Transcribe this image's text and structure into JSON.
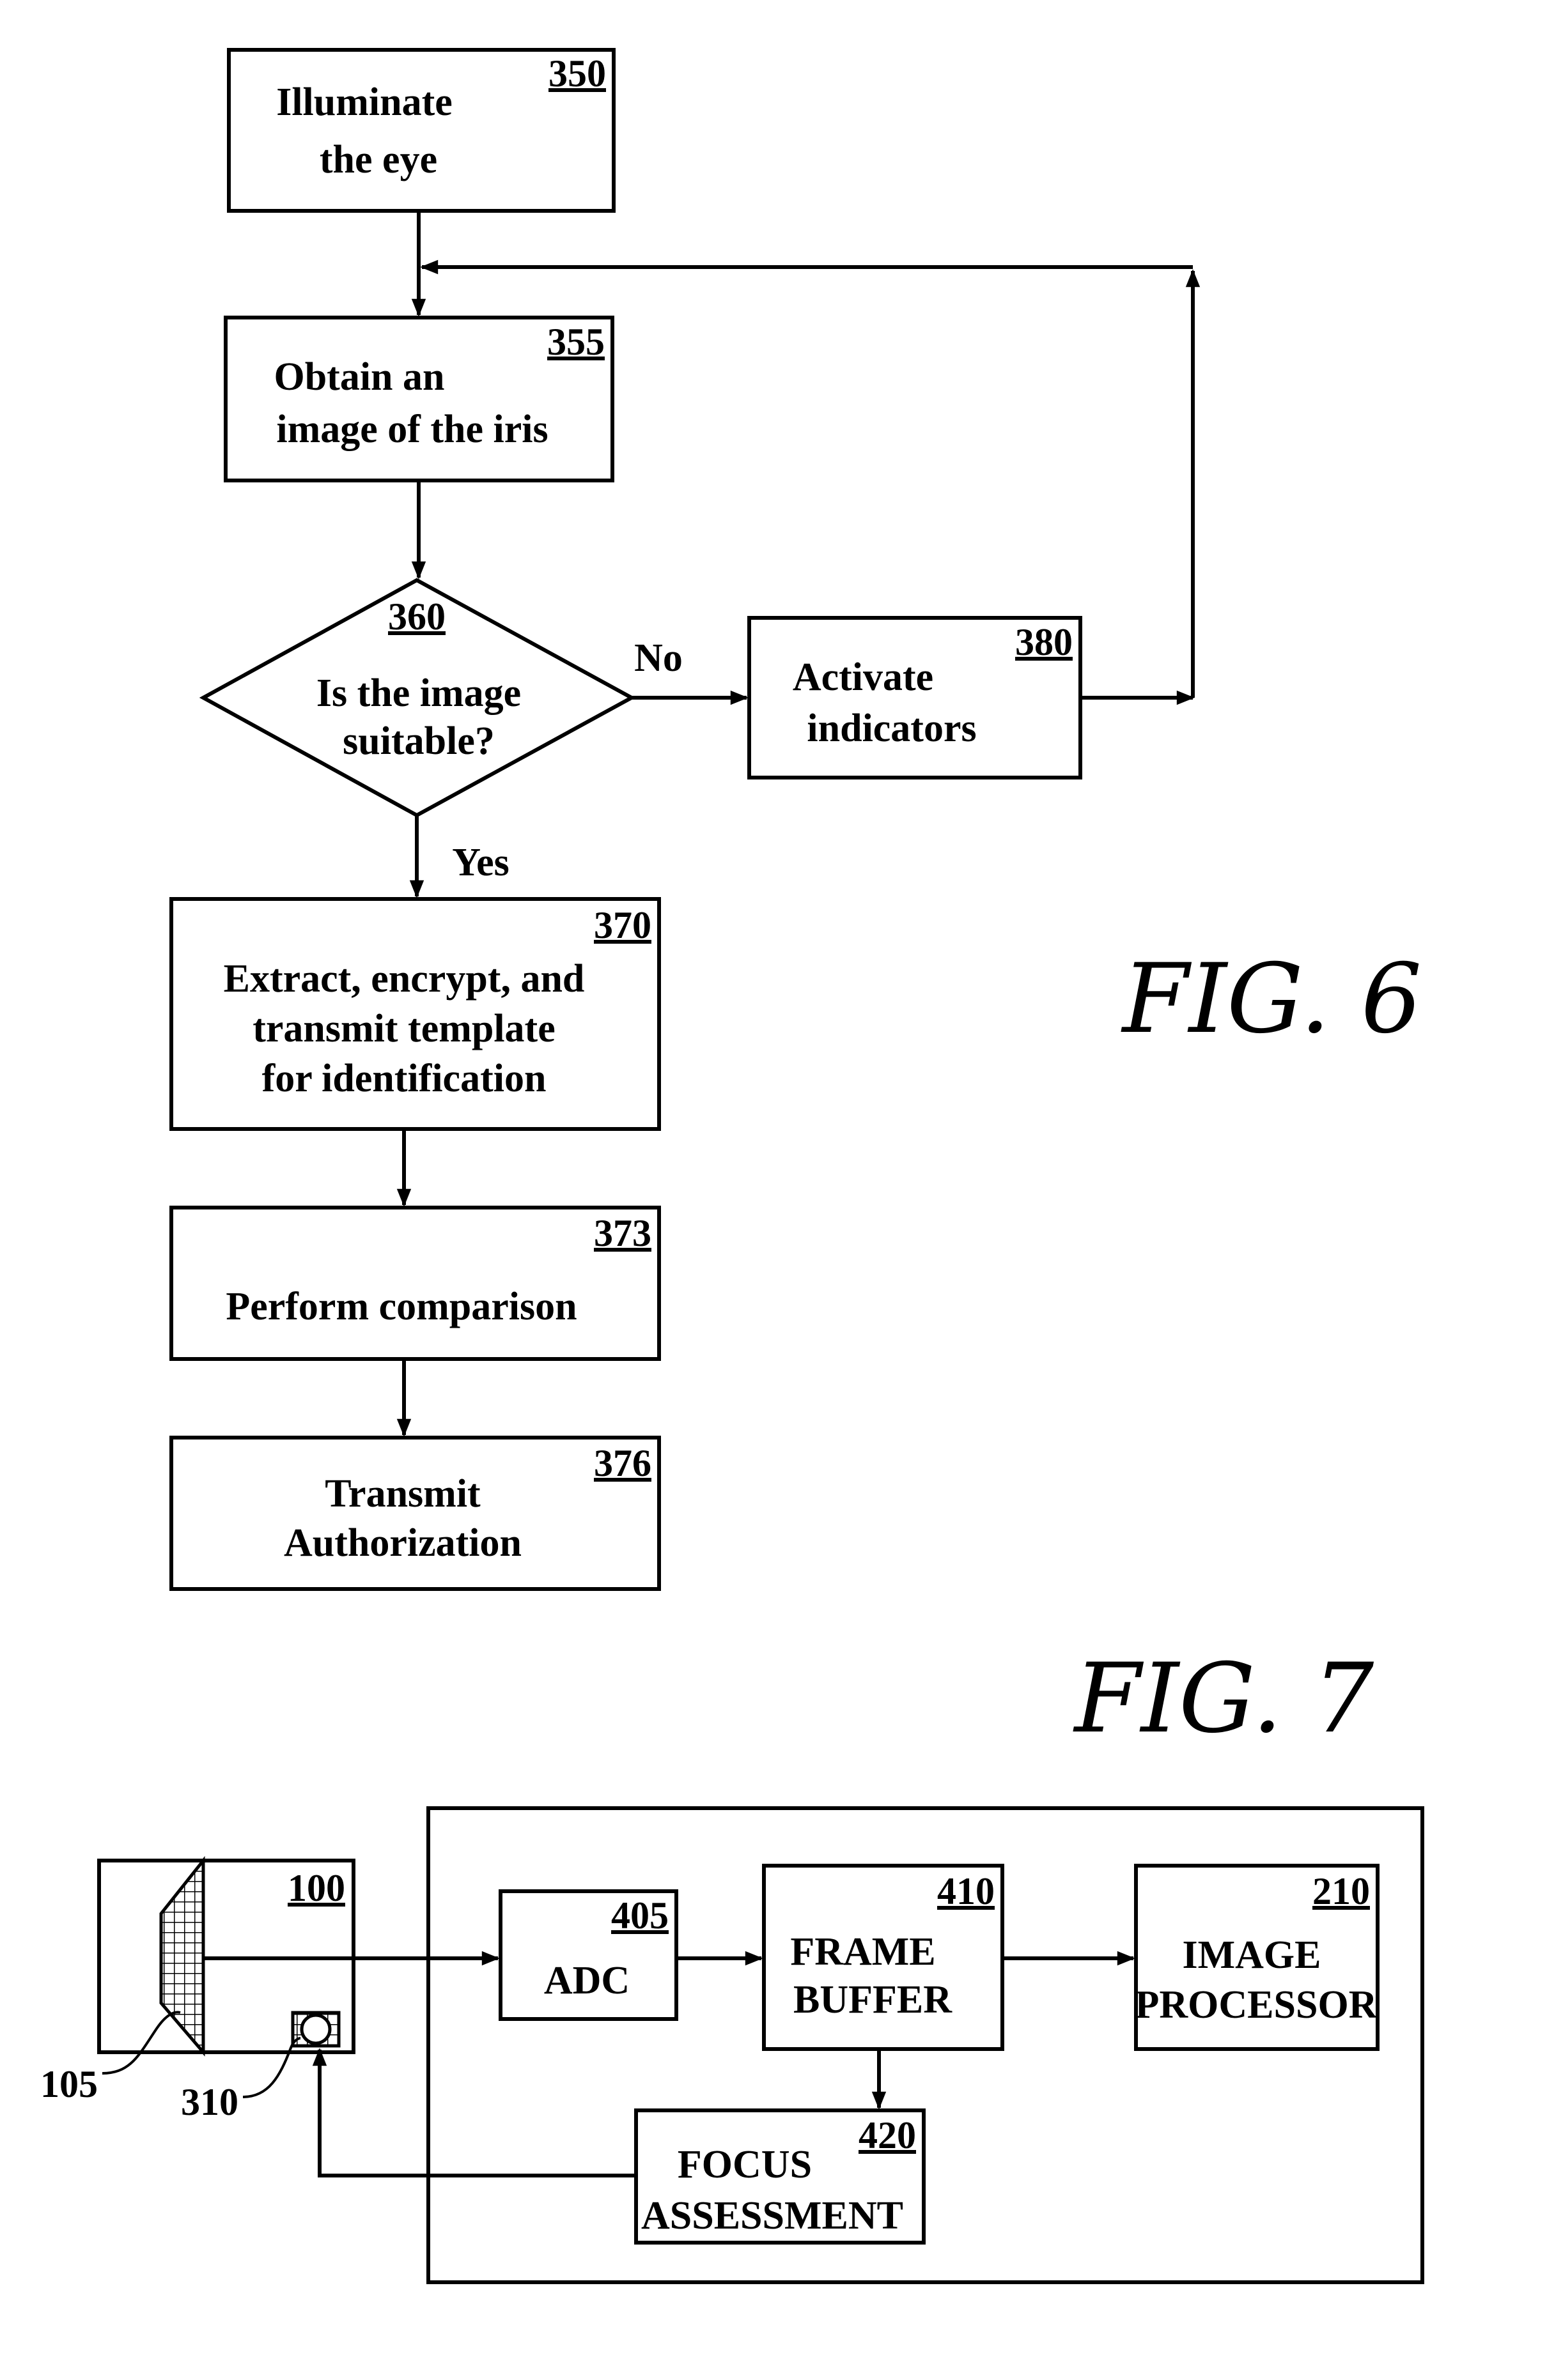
{
  "fig6": {
    "caption": "FIG. 6",
    "steps": {
      "s350": {
        "ref": "350",
        "line1": "Illuminate",
        "line2": "the eye"
      },
      "s355": {
        "ref": "355",
        "line1": "Obtain an",
        "line2": "image of the iris"
      },
      "s360": {
        "ref": "360",
        "line1": "Is the image",
        "line2": "suitable?"
      },
      "s380": {
        "ref": "380",
        "line1": "Activate",
        "line2": "indicators"
      },
      "s370": {
        "ref": "370",
        "line1": "Extract, encrypt, and",
        "line2": "transmit template",
        "line3": "for identification"
      },
      "s373": {
        "ref": "373",
        "line1": "Perform comparison"
      },
      "s376": {
        "ref": "376",
        "line1": "Transmit",
        "line2": "Authorization"
      }
    },
    "edges": {
      "no": "No",
      "yes": "Yes"
    }
  },
  "fig7": {
    "caption": "FIG. 7",
    "blocks": {
      "camera": {
        "ref": "100"
      },
      "adc": {
        "ref": "405",
        "line1": "ADC"
      },
      "frame_buffer": {
        "ref": "410",
        "line1": "FRAME",
        "line2": "BUFFER"
      },
      "image_processor": {
        "ref": "210",
        "line1": "IMAGE",
        "line2": "PROCESSOR"
      },
      "focus_assessment": {
        "ref": "420",
        "line1": "FOCUS",
        "line2": "ASSESSMENT"
      }
    },
    "callouts": {
      "lens": "105",
      "indicator": "310"
    }
  }
}
